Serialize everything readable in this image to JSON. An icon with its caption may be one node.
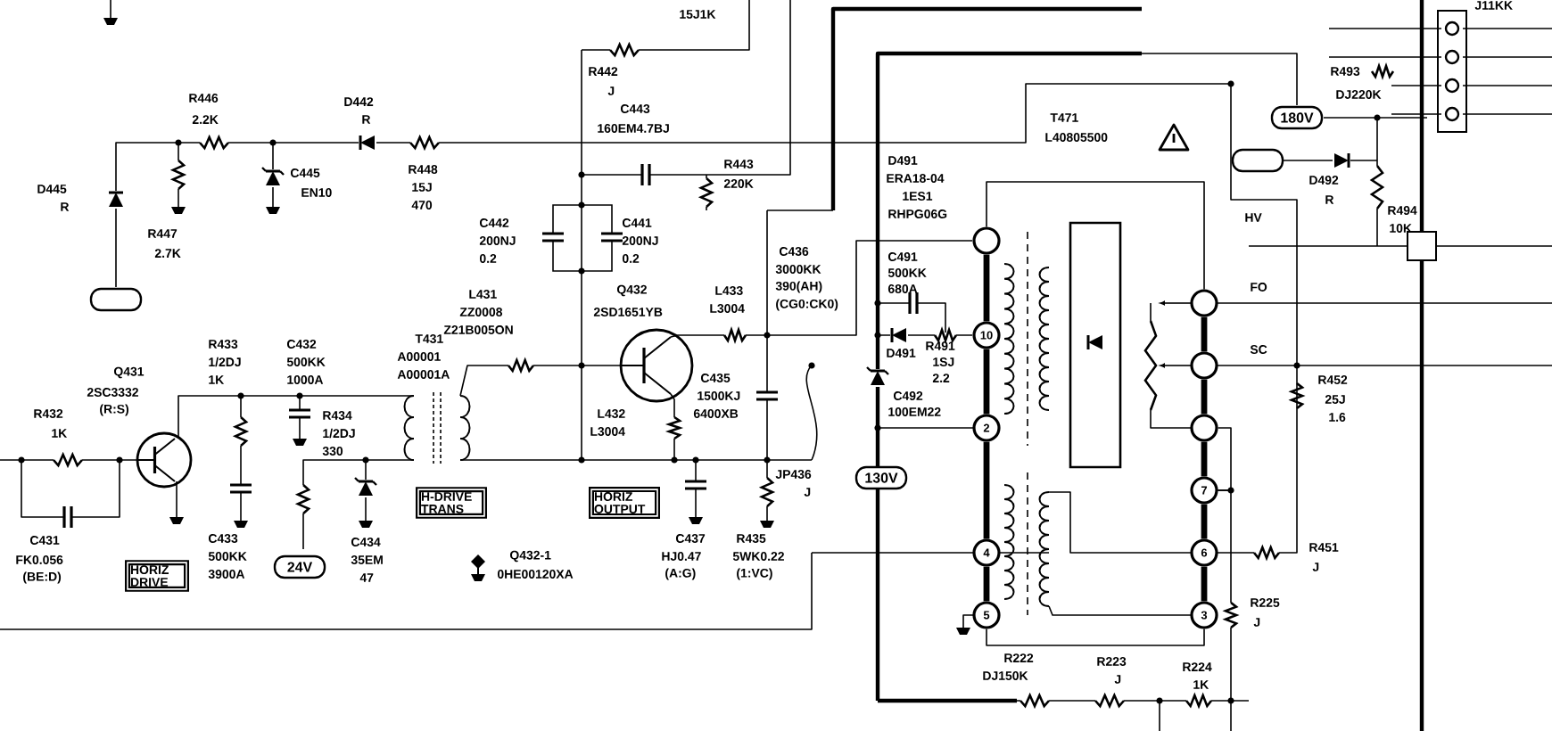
{
  "diagram": {
    "nodes": [
      {
        "text": [
          "HORIZ DRIVE"
        ]
      },
      {
        "text": [
          "H-DRIVE TRANS"
        ]
      },
      {
        "text": [
          "HORIZ OUTPUT"
        ]
      },
      {
        "text": [
          "24V"
        ]
      },
      {
        "text": [
          "130V"
        ]
      },
      {
        "text": [
          "180V"
        ]
      },
      {
        "text": [],
        "shape": "oval"
      },
      {
        "text": [],
        "shape": "oval"
      },
      {
        "text": [],
        "shape": "circle"
      },
      {
        "text": [
          "10"
        ]
      },
      {
        "text": [
          "2"
        ]
      },
      {
        "text": [
          "4"
        ]
      },
      {
        "text": [
          "5"
        ]
      },
      {
        "text": [],
        "shape": "circle"
      },
      {
        "text": [],
        "shape": "circle"
      },
      {
        "text": [],
        "shape": "circle"
      },
      {
        "text": [
          "7"
        ]
      },
      {
        "text": [
          "6"
        ]
      },
      {
        "text": [
          "3"
        ]
      }
    ],
    "edges": [
      {
        "from": 8,
        "to": 9,
        "arrow": "none"
      },
      {
        "from": 9,
        "to": 10,
        "arrow": "none"
      },
      {
        "from": 10,
        "to": 11,
        "arrow": "none"
      },
      {
        "from": 11,
        "to": 12,
        "arrow": "none"
      },
      {
        "from": 13,
        "to": 14,
        "arrow": "none"
      },
      {
        "from": 14,
        "to": 15,
        "arrow": "none"
      },
      {
        "from": 15,
        "to": 16,
        "arrow": "none"
      },
      {
        "from": 16,
        "to": 17,
        "arrow": "none"
      },
      {
        "from": 17,
        "to": 18,
        "arrow": "none"
      },
      {
        "from": 8,
        "to": 13,
        "arrow": "none"
      },
      {
        "from": 12,
        "to": 18,
        "arrow": "none"
      },
      {
        "from": 15,
        "to": 16,
        "arrow": "none"
      }
    ],
    "labels": [
      "15J1K",
      "J11KK",
      "R442",
      "J",
      "R446",
      "2.2K",
      "D442",
      "R",
      "C443",
      "160EM4.7BJ",
      "T471",
      "L40805500",
      "R493",
      "DJ220K",
      "R443",
      "220K",
      "C445",
      "EN10",
      "R448",
      "15J",
      "470",
      "D445",
      "R",
      "D491",
      "ERA18-04",
      "1ES1",
      "RHPG06G",
      "D492",
      "R",
      "R494",
      "10K",
      "HV",
      "R447",
      "2.7K",
      "C442",
      "200NJ",
      "0.2",
      "C441",
      "200NJ",
      "0.2",
      "C436",
      "3000KK",
      "390(AH)",
      "(CG0:CK0)",
      "C491",
      "500KK",
      "680A",
      "FO",
      "Q432",
      "2SD1651YB",
      "L433",
      "L3004",
      "L431",
      "ZZ0008",
      "Z21B005ON",
      "T431",
      "A00001",
      "A00001A",
      "R433",
      "1/2DJ",
      "1K",
      "C432",
      "500KK",
      "1000A",
      "Q431",
      "2SC3332",
      "(R:S)",
      "SC",
      "D491",
      "R491",
      "1SJ",
      "2.2",
      "R452",
      "25J",
      "1.6",
      "R432",
      "1K",
      "R434",
      "1/2DJ",
      "330",
      "C435",
      "1500KJ",
      "6400XB",
      "L432",
      "L3004",
      "C492",
      "100EM22",
      "JP436",
      "J",
      "C437",
      "HJ0.47",
      "(A:G)",
      "R435",
      "5WK0.22",
      "(1:VC)",
      "Q432-1",
      "0HE00120XA",
      "C433",
      "500KK",
      "3900A",
      "C434",
      "35EM",
      "47",
      "C431",
      "FK0.056",
      "(BE:D)",
      "R451",
      "J",
      "R225",
      "J",
      "R222",
      "DJ150K",
      "R223",
      "J",
      "R224",
      "1K"
    ]
  }
}
